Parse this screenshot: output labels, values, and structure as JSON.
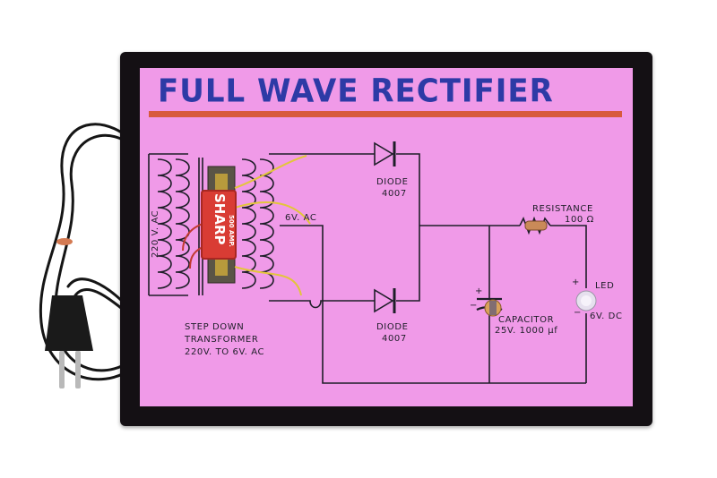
{
  "board": {
    "title": "FULL WAVE RECTIFIER",
    "colors": {
      "paper": "#f09ae8",
      "frame": "#141014",
      "title_ink": "#2d3aa6",
      "underline": "#d85a3c",
      "ink": "#1e1e28"
    }
  },
  "labels": {
    "input_voltage": "220 V. AC",
    "secondary_voltage": "6V. AC",
    "diode_top_name": "DIODE",
    "diode_top_part": "4007",
    "diode_bottom_name": "DIODE",
    "diode_bottom_part": "4007",
    "transformer_line1": "STEP DOWN",
    "transformer_line2": "TRANSFORMER",
    "transformer_line3": "220V. TO 6V. AC",
    "resistance_name": "RESISTANCE",
    "resistance_value": "100 Ω",
    "capacitor_name": "CAPACITOR",
    "capacitor_value": "25V. 1000 μf",
    "led_name": "LED",
    "led_voltage": "6V. DC",
    "cap_plus": "+",
    "cap_minus": "−",
    "led_plus": "+",
    "led_minus": "−"
  },
  "transformer_brand": {
    "name": "SHARP",
    "rating": "500 AMP."
  }
}
